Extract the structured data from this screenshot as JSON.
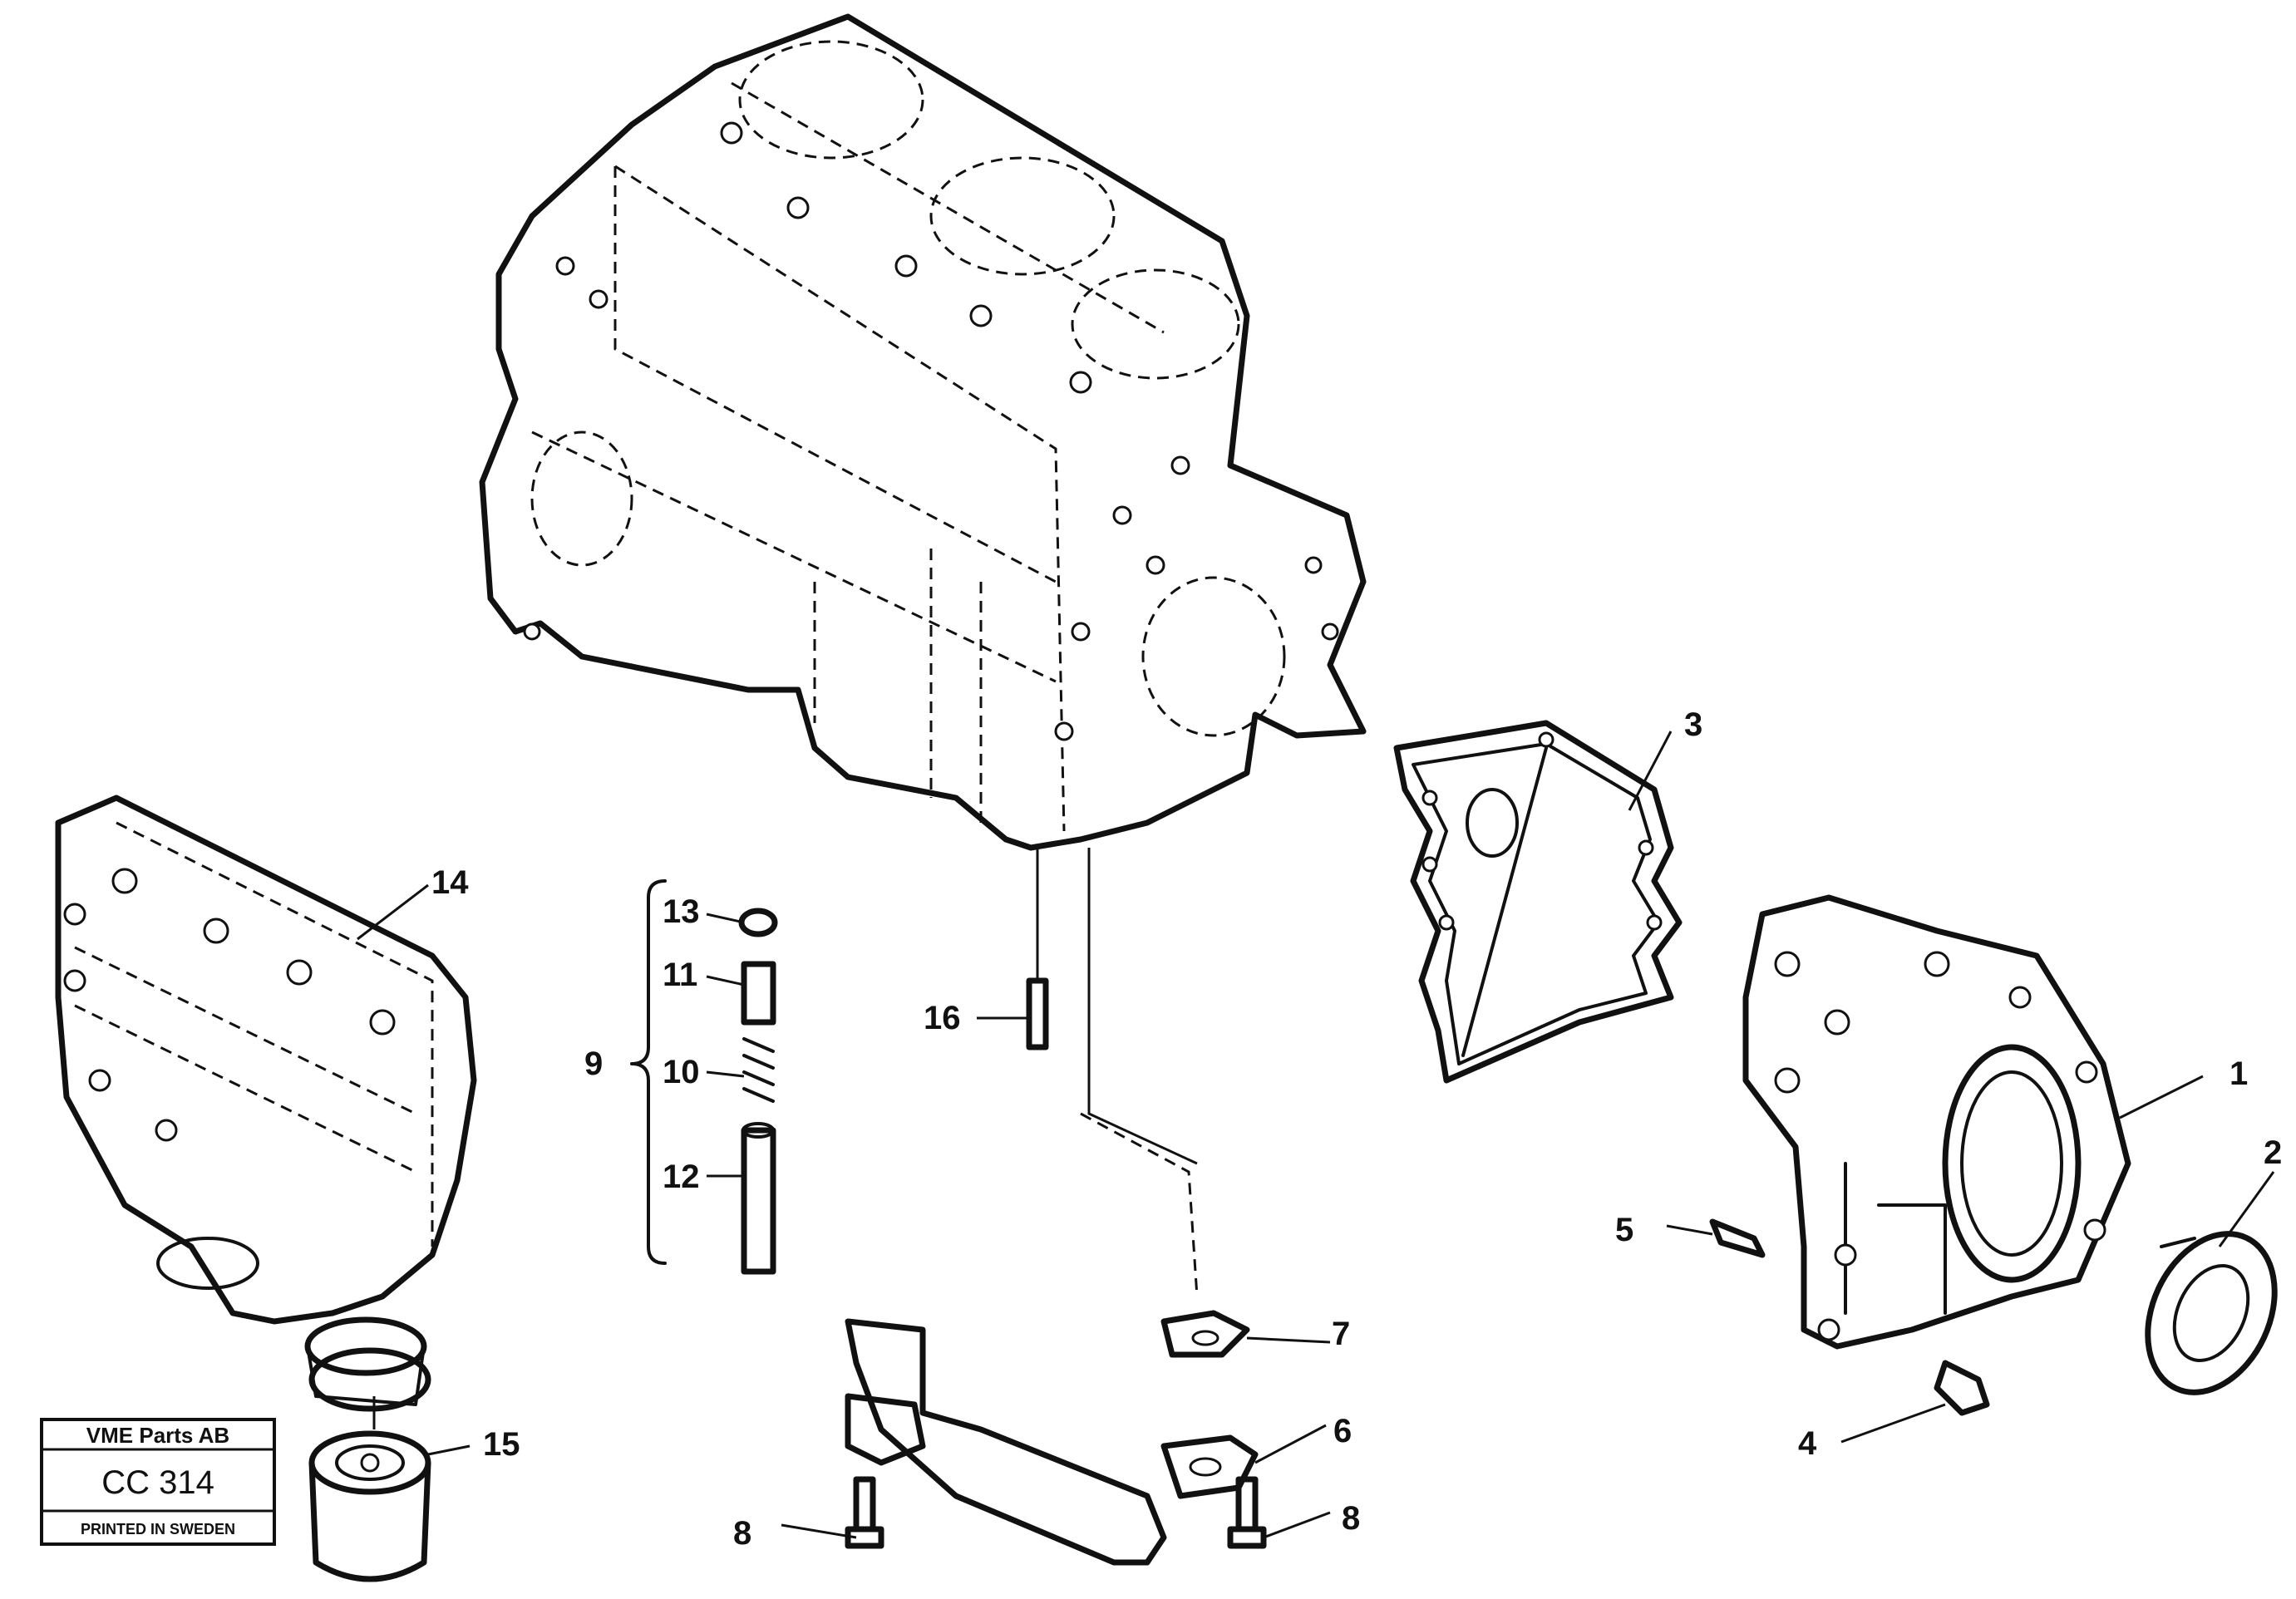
{
  "callouts": {
    "c1": "1",
    "c2": "2",
    "c3": "3",
    "c4": "4",
    "c5": "5",
    "c6": "6",
    "c7": "7",
    "c8a": "8",
    "c8b": "8",
    "c9": "9",
    "c10": "10",
    "c11": "11",
    "c12": "12",
    "c13": "13",
    "c14": "14",
    "c15": "15",
    "c16": "16"
  },
  "stamp": {
    "company": "VME Parts AB",
    "code": "CC 314",
    "footer": "PRINTED IN SWEDEN"
  }
}
